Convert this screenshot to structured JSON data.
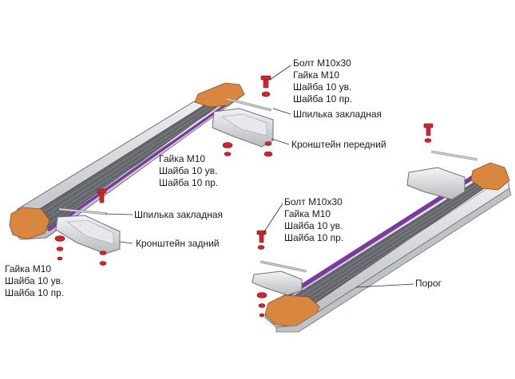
{
  "labels": {
    "top_group": [
      "Болт М10х30",
      "Гайка М10",
      "Шайба 10 ув.",
      "Шайба 10 пр."
    ],
    "stud_top": "Шпилька закладная",
    "bracket_front": "Кронштейн передний",
    "mid_group": [
      "Гайка М10",
      "Шайба 10 ув.",
      "Шайба 10 пр."
    ],
    "stud_left": "Шпилька закладная",
    "bracket_rear": "Кронштейн задний",
    "left_group": [
      "Гайка М10",
      "Шайба 10 ув.",
      "Шайба 10 пр."
    ],
    "right_group": [
      "Болт М10х30",
      "Гайка М10",
      "Шайба 10 ув.",
      "Шайба 10 пр."
    ],
    "sill": "Порог"
  },
  "colors": {
    "end_cap": "#d9873f",
    "groove": "#7b3aa0",
    "rubber": "#5f6266",
    "fastener": "#d9212e",
    "metal": "#d7d9db"
  }
}
